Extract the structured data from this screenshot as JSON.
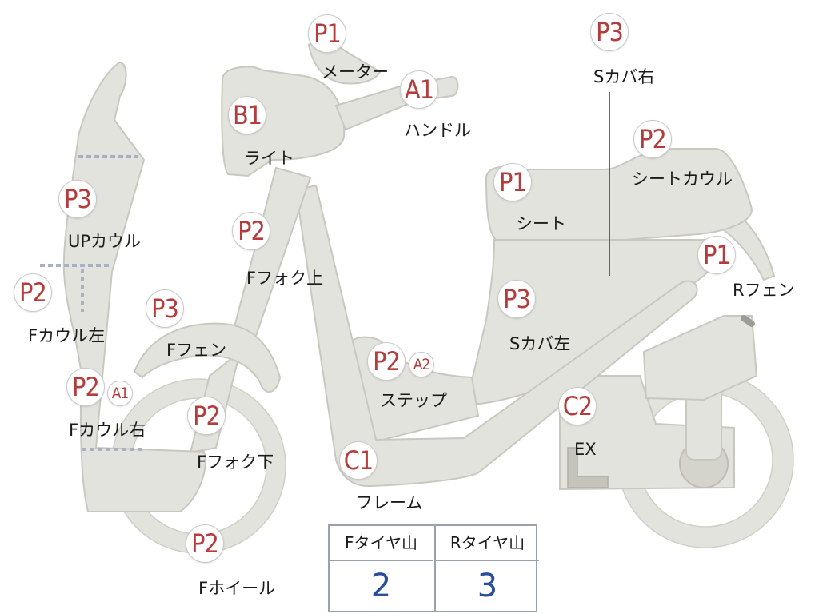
{
  "parts": [
    {
      "id": "meter",
      "codes": [
        "P1"
      ],
      "label": "メーター"
    },
    {
      "id": "handle",
      "codes": [
        "A1"
      ],
      "label": "ハンドル"
    },
    {
      "id": "light",
      "codes": [
        "B1"
      ],
      "label": "ライト"
    },
    {
      "id": "side-cover-right",
      "codes": [
        "P3"
      ],
      "label": "Sカバ右"
    },
    {
      "id": "seat-cowl",
      "codes": [
        "P2"
      ],
      "label": "シートカウル"
    },
    {
      "id": "seat",
      "codes": [
        "P1"
      ],
      "label": "シート"
    },
    {
      "id": "up-cowl",
      "codes": [
        "P3"
      ],
      "label": "UPカウル"
    },
    {
      "id": "front-fork-upper",
      "codes": [
        "P2"
      ],
      "label": "Fフォク上"
    },
    {
      "id": "rear-fender",
      "codes": [
        "P1"
      ],
      "label": "Rフェン"
    },
    {
      "id": "front-cowl-left",
      "codes": [
        "P2"
      ],
      "label": "Fカウル左"
    },
    {
      "id": "front-fender",
      "codes": [
        "P3"
      ],
      "label": "Fフェン"
    },
    {
      "id": "side-cover-left",
      "codes": [
        "P3"
      ],
      "label": "Sカバ左"
    },
    {
      "id": "step",
      "codes": [
        "P2",
        "A2"
      ],
      "label": "ステップ"
    },
    {
      "id": "front-cowl-right",
      "codes": [
        "P2",
        "A1"
      ],
      "label": "Fカウル右"
    },
    {
      "id": "front-fork-lower",
      "codes": [
        "P2"
      ],
      "label": "Fフォク下"
    },
    {
      "id": "exhaust",
      "codes": [
        "C2"
      ],
      "label": "EX"
    },
    {
      "id": "frame",
      "codes": [
        "C1"
      ],
      "label": "フレーム"
    },
    {
      "id": "front-wheel",
      "codes": [
        "P2"
      ],
      "label": "Fホイール"
    }
  ],
  "tire_table": {
    "headers": [
      "Fタイヤ山",
      "Rタイヤ山"
    ],
    "values": [
      "2",
      "3"
    ]
  }
}
